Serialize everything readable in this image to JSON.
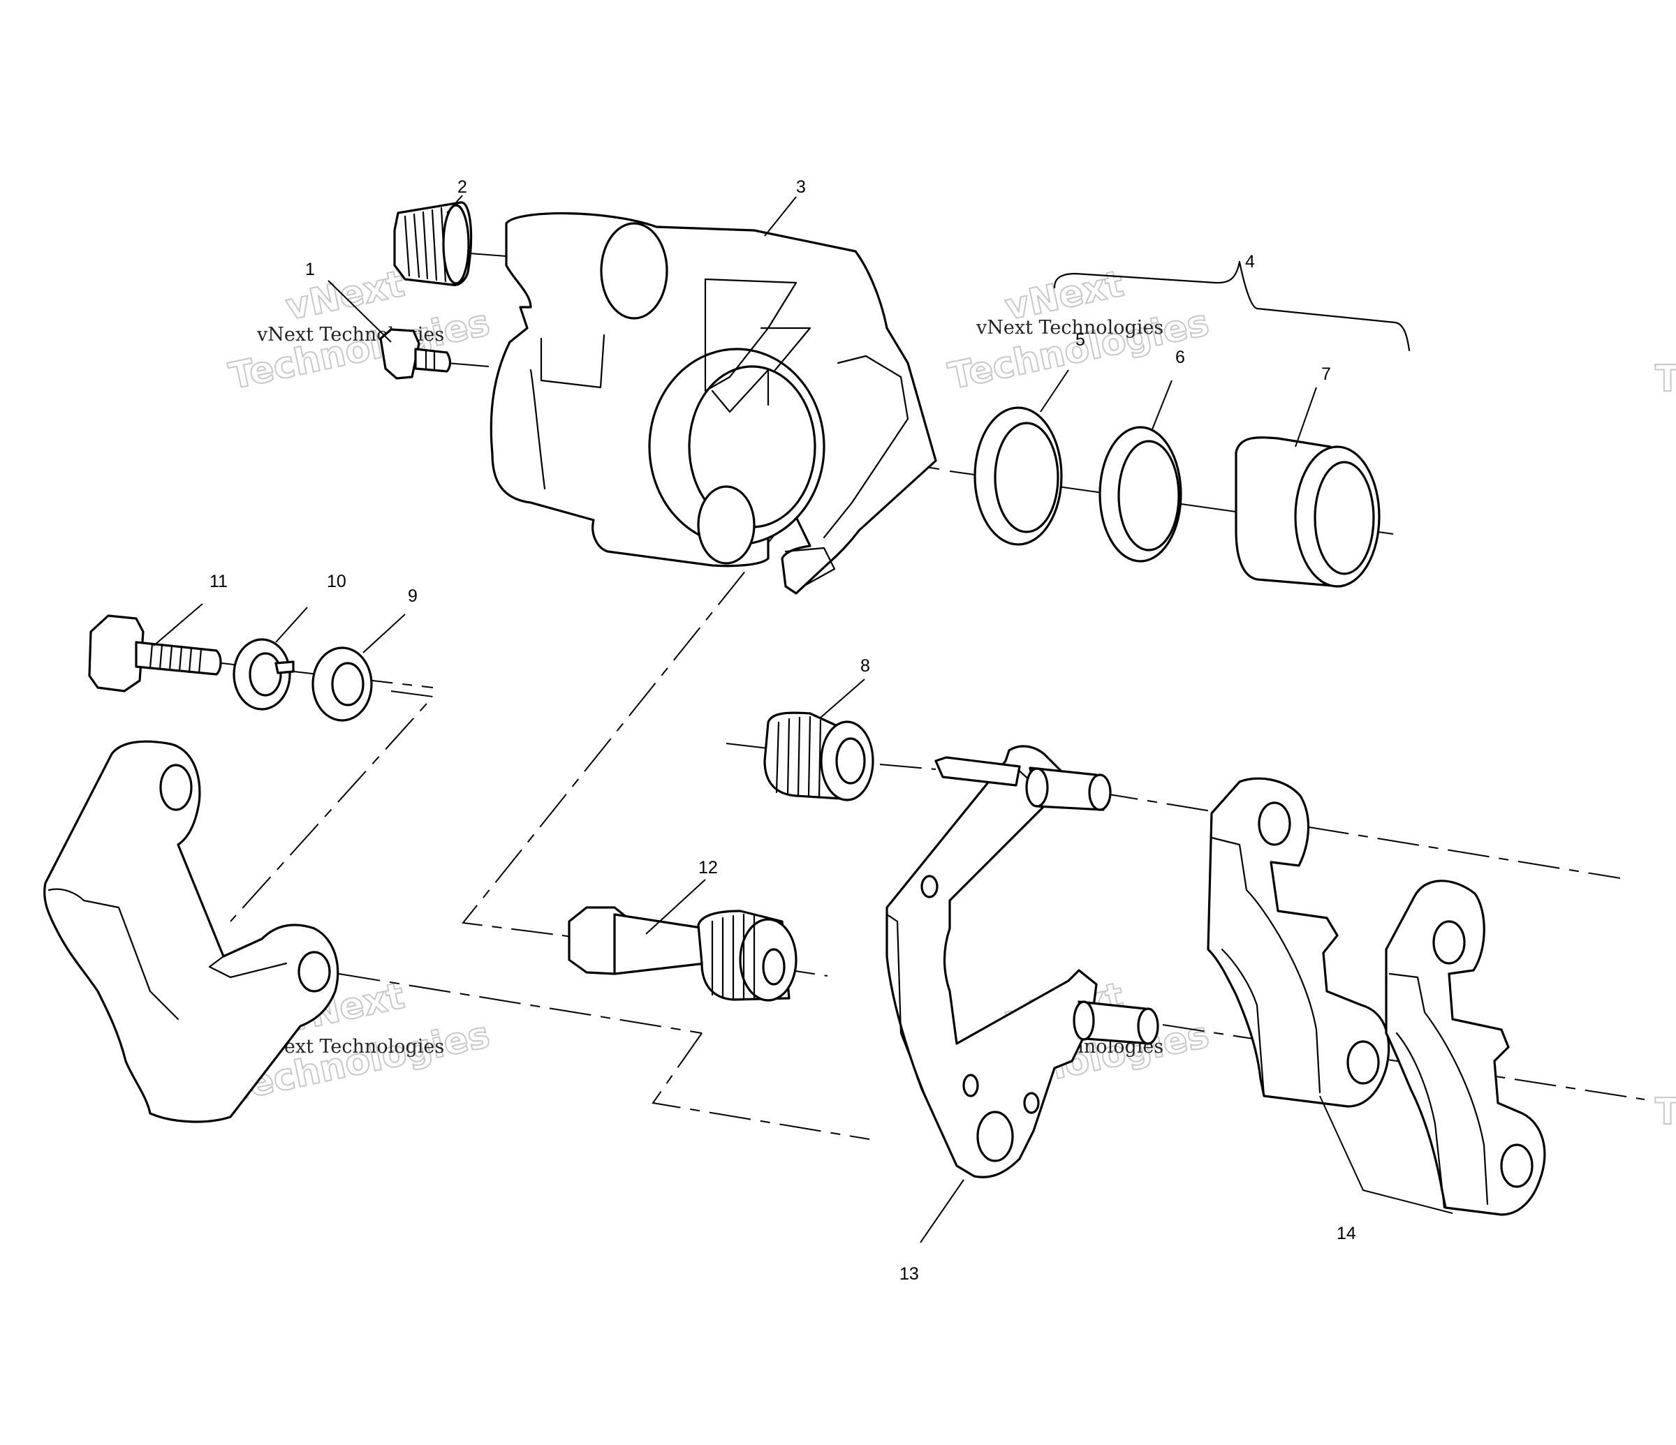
{
  "diagram": {
    "callouts": [
      {
        "id": "1",
        "label": "1"
      },
      {
        "id": "2",
        "label": "2"
      },
      {
        "id": "3",
        "label": "3"
      },
      {
        "id": "4",
        "label": "4"
      },
      {
        "id": "5",
        "label": "5"
      },
      {
        "id": "6",
        "label": "6"
      },
      {
        "id": "7",
        "label": "7"
      },
      {
        "id": "8",
        "label": "8"
      },
      {
        "id": "9",
        "label": "9"
      },
      {
        "id": "10",
        "label": "10"
      },
      {
        "id": "11",
        "label": "11"
      },
      {
        "id": "12",
        "label": "12"
      },
      {
        "id": "13",
        "label": "13"
      },
      {
        "id": "14",
        "label": "14"
      }
    ]
  },
  "watermark": {
    "line_small": "vNext Technologies",
    "line_big_1": "vNext",
    "line_big_2": "Technologies",
    "edge_letter": "T"
  }
}
